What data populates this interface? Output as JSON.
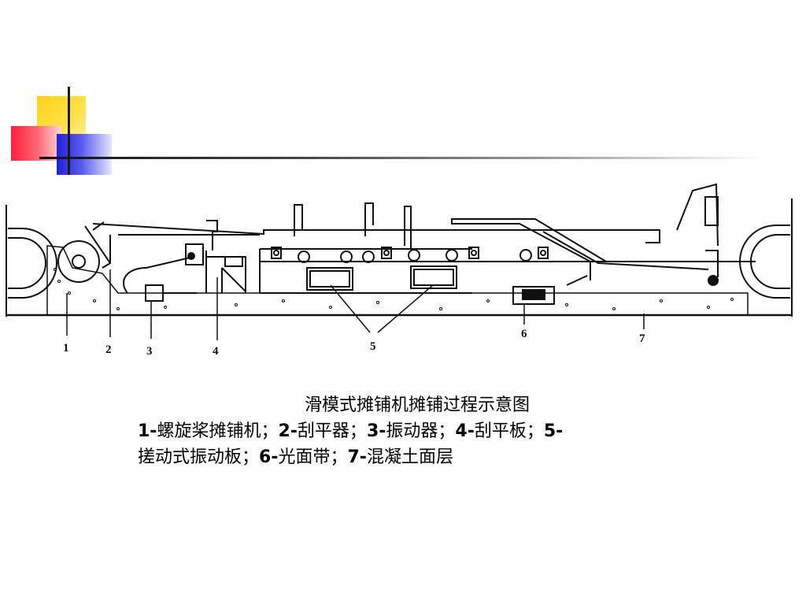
{
  "figure": {
    "callouts": [
      "1",
      "2",
      "3",
      "4",
      "5",
      "6",
      "7"
    ]
  },
  "caption": {
    "title": "滑模式摊铺机摊铺过程示意图",
    "items": [
      {
        "num": "1-",
        "text": "螺旋桨摊铺机；"
      },
      {
        "num": "2-",
        "text": "刮平器；"
      },
      {
        "num": "3-",
        "text": "振动器；"
      },
      {
        "num": "4-",
        "text": "刮平板；"
      },
      {
        "num": "5-",
        "text": "搓动式振动板；"
      },
      {
        "num": "6-",
        "text": "光面带；"
      },
      {
        "num": "7-",
        "text": "混凝土面层"
      }
    ]
  },
  "colors": {
    "accent_yellow": "#ffd21a",
    "accent_red": "#ff1f3a",
    "accent_blue": "#2020d8",
    "line": "#1a1a1a"
  }
}
